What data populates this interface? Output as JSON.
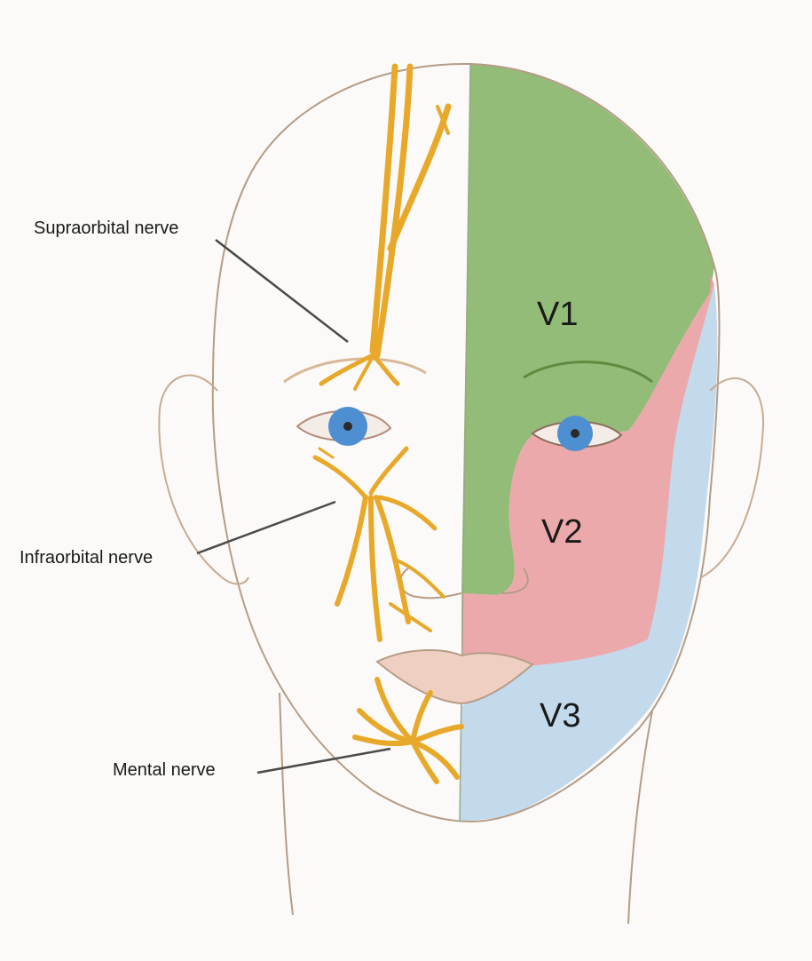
{
  "labels": {
    "supraorbital": "Supraorbital nerve",
    "infraorbital": "Infraorbital nerve",
    "mental": "Mental nerve"
  },
  "zones": {
    "v1": "V1",
    "v2": "V2",
    "v3": "V3"
  },
  "colors": {
    "v1": "#7fb062",
    "v2": "#e79a9e",
    "v3": "#bcd6ea",
    "nerve": "#e8a82a",
    "skin_line": "#b69c86",
    "iris": "#4d8fd0",
    "leader": "#4a4a4a"
  }
}
